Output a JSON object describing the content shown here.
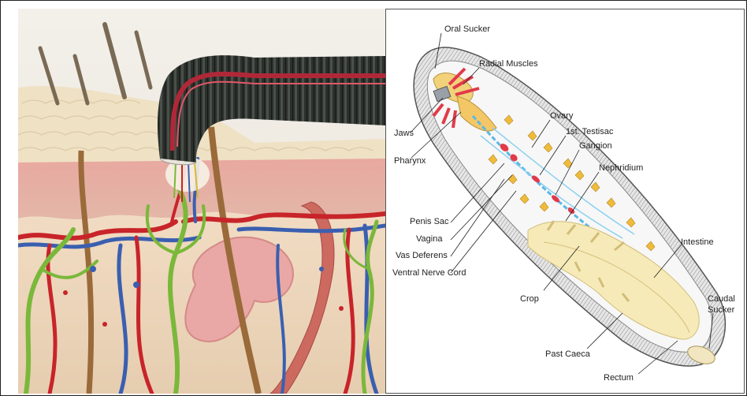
{
  "leech_diagram": {
    "labels": {
      "oral_sucker": "Oral Sucker",
      "radial_muscles": "Radial Muscles",
      "jaws": "Jaws",
      "pharynx": "Pharynx",
      "ovary": "Ovary",
      "testisac": "1st. Testisac",
      "gangion": "Gangion",
      "nephridium": "Nephridium",
      "penis_sac": "Penis Sac",
      "vagina": "Vagina",
      "vas_deferens": "Vas Deferens",
      "ventral_nerve_cord": "Ventral Nerve Cord",
      "crop": "Crop",
      "intestine": "Intestine",
      "caudal": "Caudal",
      "sucker": "Sucker",
      "past_caeca": "Past Caeca",
      "rectum": "Rectum"
    }
  },
  "colors": {
    "skin_top": "#efe1c4",
    "dermis_pink": "#e8a8a0",
    "vein_blue": "#3a5fb0",
    "artery_red": "#c8242a",
    "nerve_green": "#7ab83a",
    "leech_dark": "#2c302c",
    "leech_red": "#b02838"
  }
}
